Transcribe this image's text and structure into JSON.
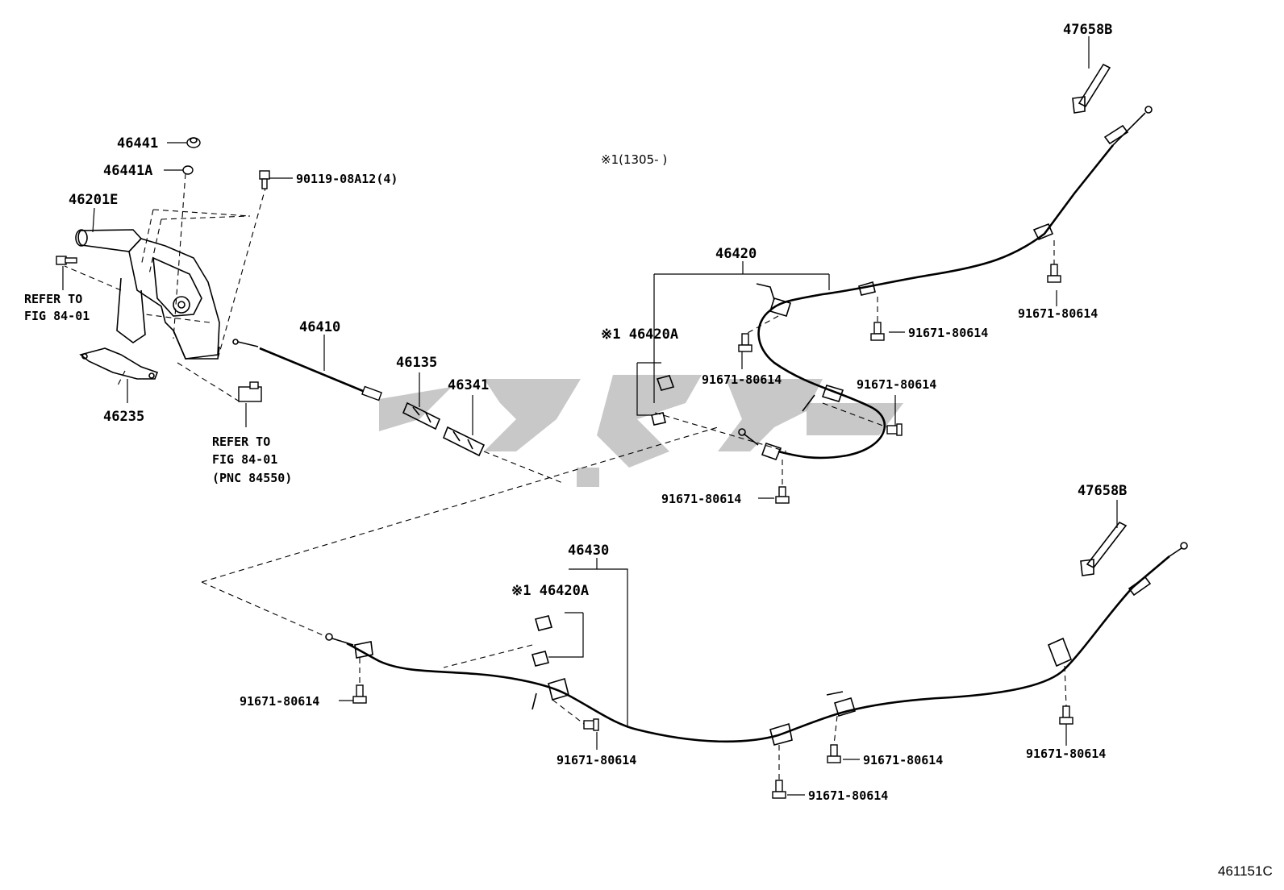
{
  "figure_id": "461151C",
  "note_range": "※1(1305-      )",
  "watermark_text": "",
  "labels": {
    "p46441": "46441",
    "p46441A": "46441A",
    "p90119": "90119-08A12(4)",
    "p46201E": "46201E",
    "refer1_line1": "REFER TO",
    "refer1_line2": "FIG 84-01",
    "p46235": "46235",
    "refer2_line1": "REFER TO",
    "refer2_line2": "FIG 84-01",
    "refer2_line3": "(PNC 84550)",
    "p46410": "46410",
    "p46135": "46135",
    "p46341": "46341",
    "p46420": "46420",
    "p46420A_top": "※1 46420A",
    "p47658B_top": "47658B",
    "p47658B_bottom": "47658B",
    "p46430": "46430",
    "p46420A_bottom": "※1 46420A",
    "bolt_top_right": "91671-80614",
    "bolt_top_mid": "91671-80614",
    "bolt_top_left": "91671-80614",
    "bolt_top_side": "91671-80614",
    "bolt_top_bottom": "91671-80614",
    "bolt_bot_left": "91671-80614",
    "bolt_bot_mid": "91671-80614",
    "bolt_bot_center": "91671-80614",
    "bolt_bot_low": "91671-80614",
    "bolt_bot_right": "91671-80614"
  },
  "colors": {
    "ink": "#000000",
    "paper": "#ffffff",
    "watermark": "#9a9a9a"
  }
}
